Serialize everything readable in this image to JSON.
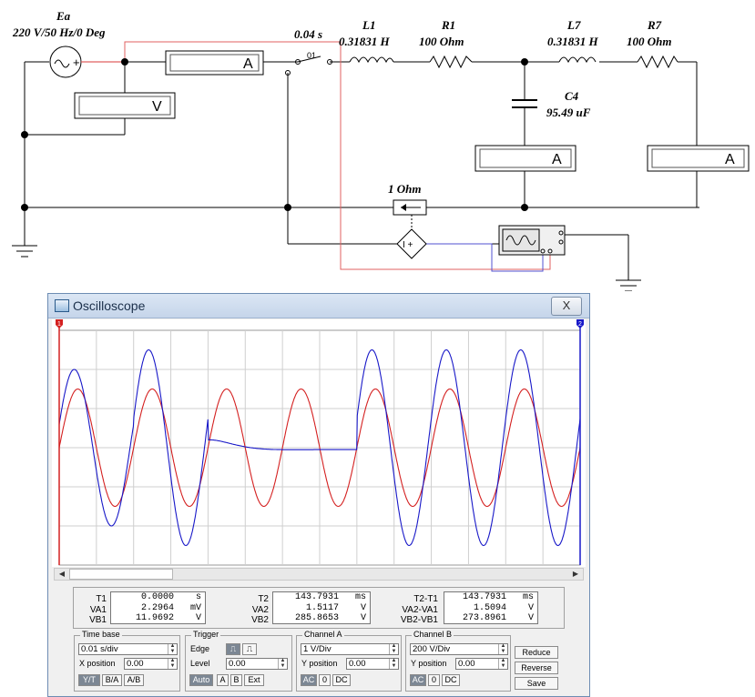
{
  "schematic": {
    "source_name": "Ea",
    "source_value": "220 V/50 Hz/0 Deg",
    "switch_time": "0.04 s",
    "switch_name": "01",
    "l1_name": "L1",
    "l1_value": "0.31831 H",
    "r1_name": "R1",
    "r1_value": "100  Ohm",
    "l7_name": "L7",
    "l7_value": "0.31831 H",
    "r7_name": "R7",
    "r7_value": "100  Ohm",
    "c4_name": "C4",
    "c4_value": "95.49 uF",
    "shunt_value": "1  Ohm",
    "ammeter_label": "A",
    "voltmeter_label": "V",
    "ccvs_label": "I +"
  },
  "window": {
    "title": "Oscilloscope",
    "close_label": "X"
  },
  "markers": {
    "t1": "1",
    "t2": "2"
  },
  "readout": {
    "t1_box": {
      "labels": [
        "T1",
        "VA1",
        "VB1"
      ],
      "values": [
        "0.0000",
        "2.2964",
        "11.9692"
      ],
      "units": [
        "s",
        "mV",
        "V"
      ]
    },
    "t2_box": {
      "labels": [
        "T2",
        "VA2",
        "VB2"
      ],
      "values": [
        "143.7931",
        "1.5117",
        "285.8653"
      ],
      "units": [
        "ms",
        "V",
        "V"
      ]
    },
    "diff_box": {
      "labels": [
        "T2-T1",
        "VA2-VA1",
        "VB2-VB1"
      ],
      "values": [
        "143.7931",
        "1.5094",
        "273.8961"
      ],
      "units": [
        "ms",
        "V",
        "V"
      ]
    }
  },
  "timebase": {
    "title": "Time base",
    "scale": "0.01 s/div",
    "xpos_label": "X position",
    "xpos": "0.00",
    "modes": [
      "Y/T",
      "B/A",
      "A/B"
    ]
  },
  "trigger": {
    "title": "Trigger",
    "edge_label": "Edge",
    "level_label": "Level",
    "level": "0.00",
    "modes": [
      "Auto",
      "A",
      "B",
      "Ext"
    ]
  },
  "channel_a": {
    "title": "Channel A",
    "scale": "1  V/Div",
    "ypos_label": "Y position",
    "ypos": "0.00",
    "coupling": [
      "AC",
      "0",
      "DC"
    ]
  },
  "channel_b": {
    "title": "Channel B",
    "scale": "200  V/Div",
    "ypos_label": "Y position",
    "ypos": "0.00",
    "coupling": [
      "AC",
      "0",
      "DC"
    ]
  },
  "side_buttons": [
    "Reduce",
    "Reverse",
    "Save"
  ],
  "colors": {
    "channel_a": "#d42020",
    "channel_b": "#1818c8",
    "grid": "#cfcfcf",
    "wire": "#000000",
    "probe_a": "#e06060",
    "probe_b": "#5050d0"
  },
  "trace": {
    "a_amplitude_div": 1.5,
    "b_amplitude_div_steady": 2.5,
    "b_amplitude_div_first": 2.0,
    "switch_off_time_s": 0.04,
    "switch_on_time_s": 0.08,
    "freq_hz": 50
  }
}
